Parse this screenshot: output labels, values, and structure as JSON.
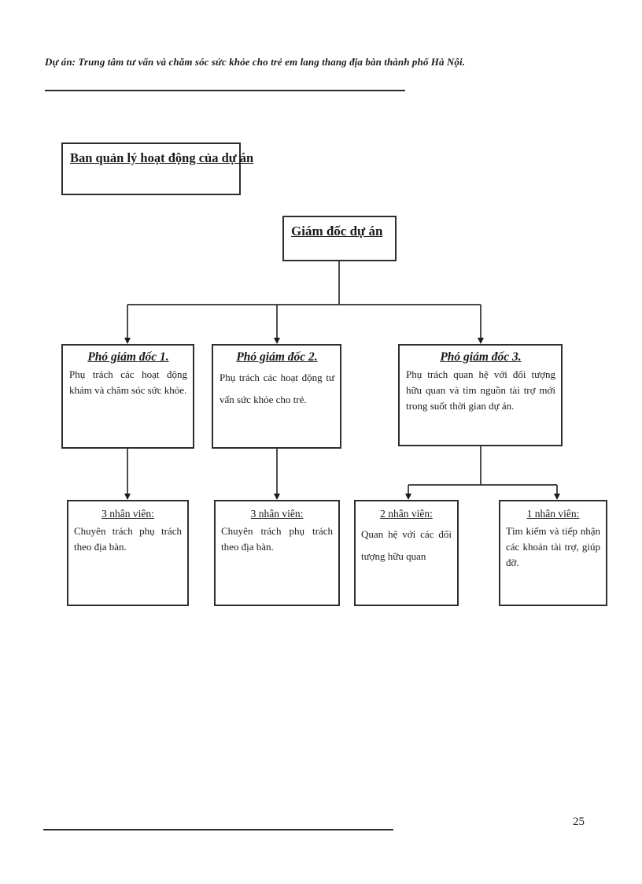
{
  "document": {
    "header": "Dự án: Trung tâm tư vấn và chăm sóc sức khỏe cho trẻ em lang thang địa bàn thành phố Hà Nội.",
    "page_number": "25"
  },
  "org_chart": {
    "management_label": "Ban quản lý hoạt động của dự án",
    "director": {
      "title": "Giám đốc dự án"
    },
    "deputies": [
      {
        "title": "Phó giám đốc 1.",
        "description": "Phụ trách các hoạt động khám và chăm sóc sức khỏe."
      },
      {
        "title": "Phó giám đốc 2.",
        "description": "Phụ trách các hoạt động tư vấn sức khỏe cho trẻ."
      },
      {
        "title": "Phó giám đốc 3.",
        "description": "Phụ trách quan hệ với đối tượng hữu quan và tìm nguồn tài trợ mới trong suốt thời gian dự án."
      }
    ],
    "staff_units": [
      {
        "title": "3 nhân viên:",
        "description": "Chuyên trách phụ trách theo địa bàn."
      },
      {
        "title": "3 nhân viên:",
        "description": "Chuyên trách phụ trách theo địa bàn."
      },
      {
        "title": "2 nhân viên:",
        "description": "Quan hệ với các đối tượng hữu quan"
      },
      {
        "title": "1 nhân viên:",
        "description": "Tìm kiếm và tiếp nhận các khoản tài trợ, giúp đỡ."
      }
    ]
  },
  "colors": {
    "ink": "#1a1a1a",
    "line": "#2e2e2e",
    "paper": "#ffffff"
  }
}
